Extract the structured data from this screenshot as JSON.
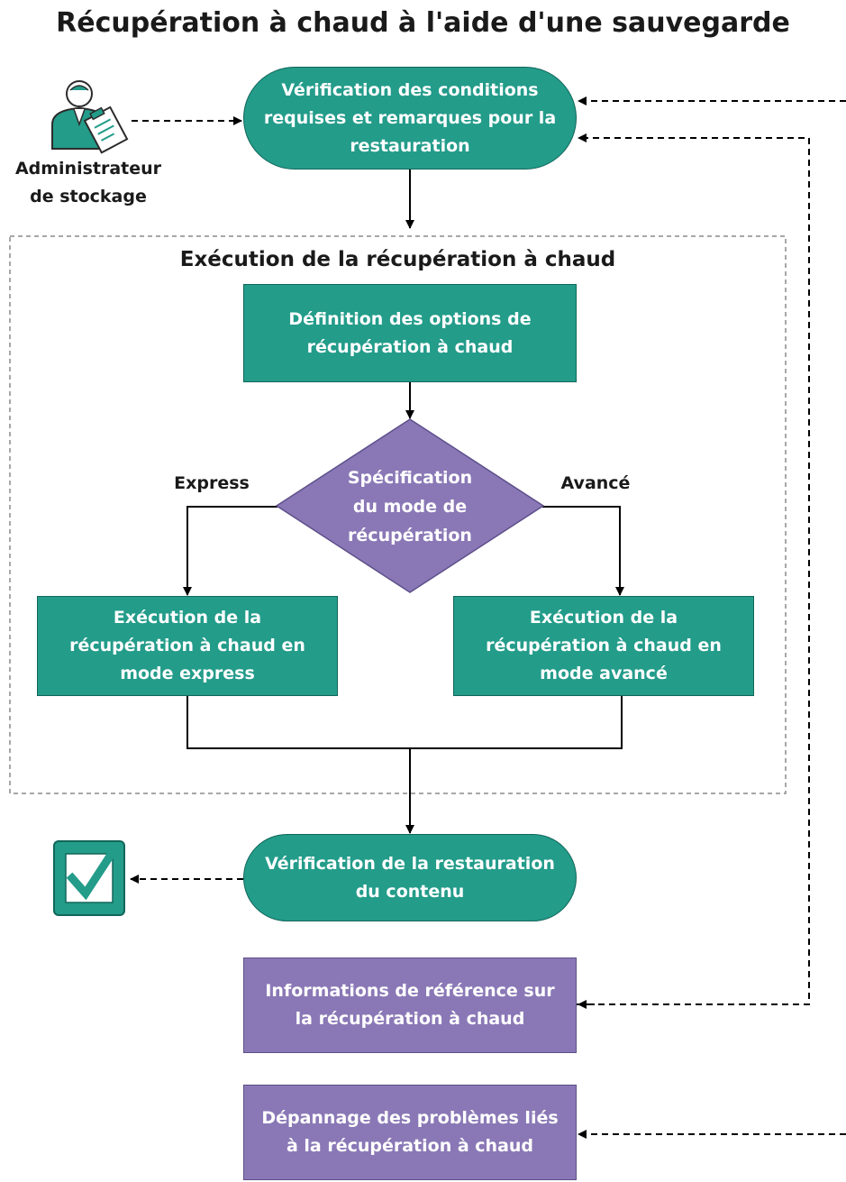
{
  "title": "Récupération à chaud à l'aide d'une sauvegarde",
  "actor": {
    "label_line1": "Administrateur",
    "label_line2": "de stockage",
    "icon": "clipboard-person-icon"
  },
  "group": {
    "title": "Exécution de la récupération à chaud"
  },
  "nodes": {
    "verify_conditions": "Vérification des conditions requises et remarques pour la restauration",
    "define_options": "Définition des options de récupération à chaud",
    "specify_mode": "Spécification du mode de récupération",
    "express_mode": "Exécution de la récupération à chaud en mode express",
    "advanced_mode": "Exécution de la récupération à chaud en mode avancé",
    "verify_restore": "Vérification de la restauration du contenu",
    "reference_info": "Informations de référence sur la récupération à chaud",
    "troubleshooting": "Dépannage des problèmes liés à la récupération à chaud"
  },
  "branch_labels": {
    "left": "Express",
    "right": "Avancé"
  },
  "check_icon": "checkbox-checked-icon",
  "colors": {
    "teal": "#239c8a",
    "purple": "#8a78b6",
    "dark_teal": "#12665a"
  }
}
